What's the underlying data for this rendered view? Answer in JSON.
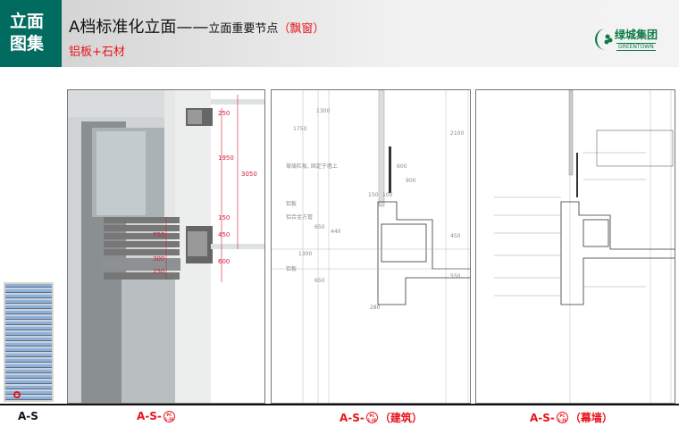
{
  "header": {
    "badge_line1": "立面",
    "badge_line2": "图集",
    "title_main": "A档标准化立面——",
    "title_sub": "立面重要节点",
    "title_tag": "（飘窗）",
    "subtitle": "铝板+石材",
    "logo_cn": "绿城集团",
    "logo_en": "GREENTOWN"
  },
  "panel1": {
    "dims": [
      "250",
      "1950",
      "3050",
      "150",
      "450",
      "600",
      "750",
      "300",
      "250"
    ]
  },
  "panel2": {
    "labels": [
      "玻璃栏板, 固定于墙上",
      "铝板",
      "铝合金方管",
      "铝板"
    ],
    "dims": [
      "1750",
      "1300",
      "2100",
      "600",
      "900",
      "150",
      "100",
      "650",
      "440",
      "1300",
      "650",
      "450",
      "550",
      "280"
    ]
  },
  "captions": {
    "c1": "A-S",
    "c2": "A-S-",
    "c3": "A-S-",
    "c3_tag": "（建筑）",
    "c4": "A-S-",
    "c4_tag": "（幕墙）",
    "circle_top": "PC",
    "circle_bottom": "1-3F"
  },
  "colors": {
    "brand": "#006b5e",
    "accent": "#e8141c"
  }
}
